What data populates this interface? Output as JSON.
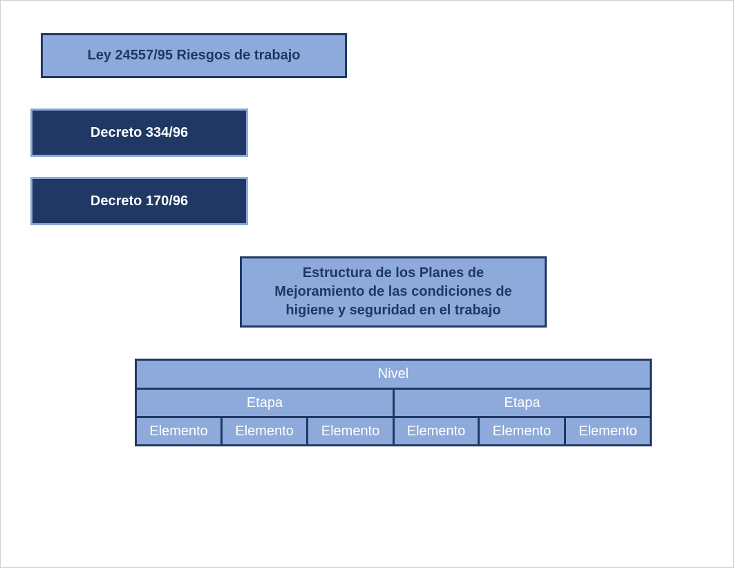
{
  "ley": "Ley 24557/95 Riesgos de trabajo",
  "decretos": [
    "Decreto 334/96",
    "Decreto 170/96"
  ],
  "estructura": "Estructura de los Planes de Mejoramiento de las condiciones de higiene y seguridad en el trabajo",
  "table": {
    "nivel": "Nivel",
    "etapas": [
      "Etapa",
      "Etapa"
    ],
    "elementos": [
      "Elemento",
      "Elemento",
      "Elemento",
      "Elemento",
      "Elemento",
      "Elemento"
    ]
  },
  "colors": {
    "light": "#8eaadb",
    "dark": "#1f3864"
  }
}
